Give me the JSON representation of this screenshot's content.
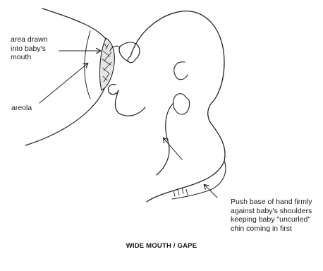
{
  "labels": {
    "area_drawn": "area drawn\ninto baby's\nmouth",
    "areola": "areola",
    "push_instruction": "Push base of hand firmly\nagainst baby's shoulders\nkeeping baby \"uncurled\"\nchin coming in first"
  },
  "caption": "WIDE MOUTH / GAPE",
  "colors": {
    "line": "#222222",
    "text": "#111111",
    "background": "#ffffff"
  }
}
